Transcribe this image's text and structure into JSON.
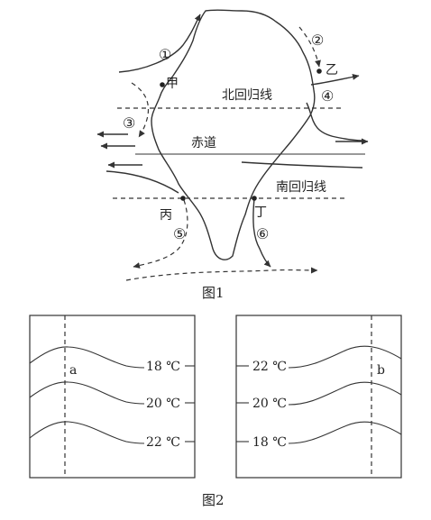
{
  "figure1": {
    "caption": "图1",
    "lines": {
      "tropic_north": "北回归线",
      "equator": "赤道",
      "tropic_south": "南回归线"
    },
    "points": {
      "jia": "甲",
      "yi": "乙",
      "bing": "丙",
      "ding": "丁"
    },
    "currents": [
      "①",
      "②",
      "③",
      "④",
      "⑤",
      "⑥"
    ]
  },
  "figure2": {
    "caption": "图2",
    "panel_a": {
      "marker": "a",
      "isotherms": [
        "18 ℃",
        "20 ℃",
        "22 ℃"
      ]
    },
    "panel_b": {
      "marker": "b",
      "isotherms": [
        "22 ℃",
        "20 ℃",
        "18 ℃"
      ]
    }
  }
}
